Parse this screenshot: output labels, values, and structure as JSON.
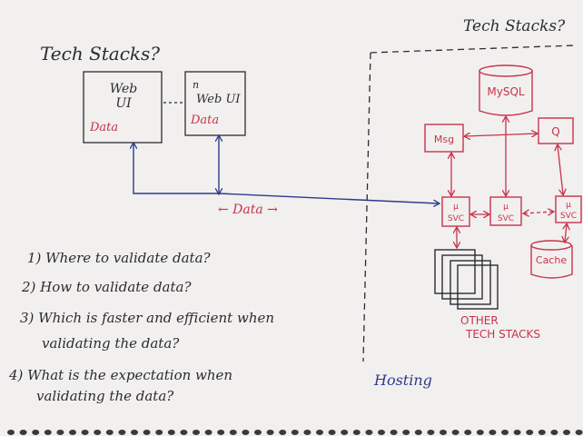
{
  "left": {
    "title": "Tech Stacks?",
    "web_ui": {
      "line1": "Web",
      "line2": "UI",
      "data": "Data"
    },
    "n_web_ui": {
      "n": "n",
      "label": "Web UI",
      "data": "Data"
    }
  },
  "data_label": "← Data →",
  "right": {
    "title": "Tech Stacks?",
    "mysql": "MySQL",
    "msg": "Msg",
    "q": "Q",
    "svc_mu": "μ",
    "svc": "SVC",
    "cache": "Cache",
    "other_line1": "OTHER",
    "other_line2": "TECH STACKS",
    "hosting": "Hosting"
  },
  "questions": [
    {
      "line1": "1) Where to validate data?",
      "line2": ""
    },
    {
      "line1": "2) How to validate data?",
      "line2": ""
    },
    {
      "line1": "3) Which is faster and efficient when",
      "line2": "validating the data?"
    },
    {
      "line1": "4) What is the expectation when",
      "line2": "validating the data?"
    }
  ],
  "colors": {
    "ink_black": "#2b2b33",
    "ink_red": "#c8324b",
    "ink_blue": "#2e3a8c",
    "paper": "#f1f0ee"
  }
}
